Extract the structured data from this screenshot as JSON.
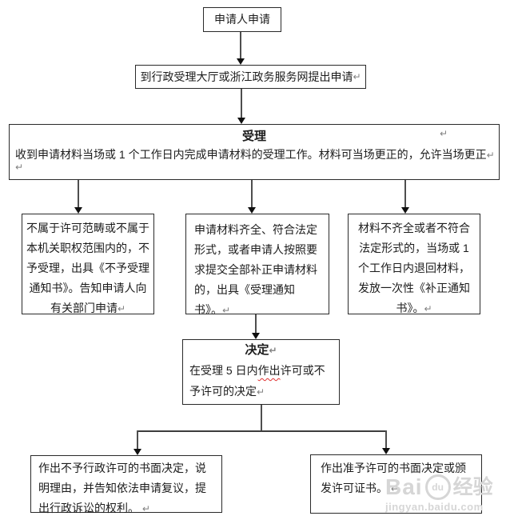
{
  "meta": {
    "pilcrow": "↵"
  },
  "nodes": {
    "applicant": {
      "label": "申请人申请"
    },
    "submit": {
      "label": "到行政受理大厅或浙江政务服务网提出申请"
    },
    "accept": {
      "title": "受理",
      "body": "收到申请材料当场或 1 个工作日内完成申请材料的受理工作。材料可当场更正的，允许当场更正"
    },
    "reject": {
      "text": "不属于许可范畴或不属于本机关职权范围内的，不予受理，出具《不予受理通知书》。告知申请人向有关部门申请"
    },
    "accepted": {
      "text": "申请材料齐全、符合法定形式，或者申请人按照要求提交全部补正申请材料的，出具《受理通知书》。"
    },
    "supplement": {
      "text": "材料不齐全或者不符合法定形式的，当场或 1 个工作日内退回材料，发放一次性《补正通知书》。"
    },
    "decide": {
      "title": "决定",
      "body_pre": "在受理 5 日内",
      "body_marked": "作出",
      "body_post": "许可或不予许可的决定"
    },
    "deny": {
      "text": "作出不予行政许可的书面决定，说明理由，并告知依法申请复议，提出行政诉讼的权利。"
    },
    "grant": {
      "text": "作出准予许可的书面决定或颁发许可证书。"
    }
  },
  "watermark": {
    "brand_pre": "Bai",
    "brand_circle": "du",
    "brand_suffix": "经验",
    "url": "jingyan.baidu.com"
  },
  "colors": {
    "box_border": "#2a2a2a",
    "connector": "#4e4e4e",
    "spellcheck_squiggle": "#e03131",
    "watermark": "#d6d6d6"
  }
}
